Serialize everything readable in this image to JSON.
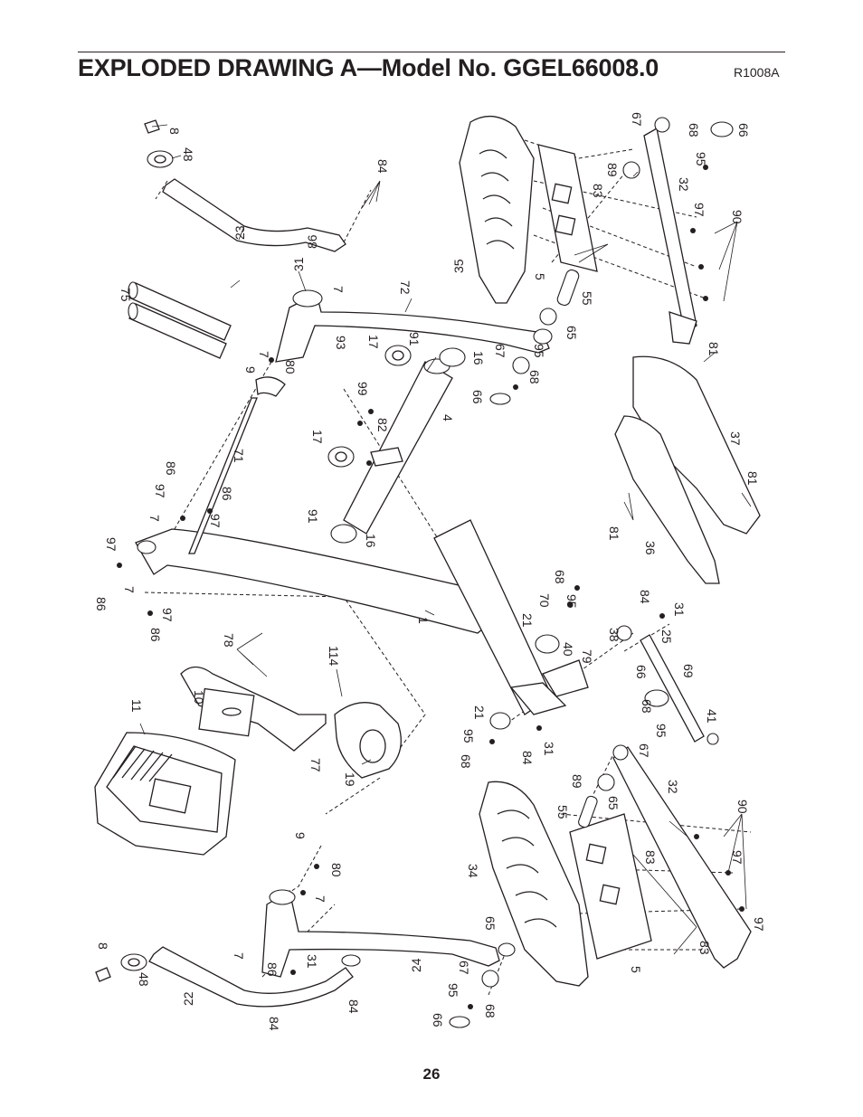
{
  "header": {
    "title": "EXPLODED DRAWING A—Model No. GGEL66008.0",
    "reference_code": "R1008A"
  },
  "footer": {
    "page_number": "26"
  },
  "callouts": [
    "8",
    "48",
    "84",
    "23",
    "86",
    "31",
    "7",
    "75",
    "72",
    "7",
    "80",
    "9",
    "93",
    "17",
    "91",
    "99",
    "82",
    "16",
    "67",
    "68",
    "95",
    "66",
    "4",
    "35",
    "5",
    "55",
    "65",
    "83",
    "89",
    "32",
    "97",
    "90",
    "68",
    "95",
    "66",
    "67",
    "37",
    "81",
    "36",
    "81",
    "81",
    "71",
    "97",
    "86",
    "7",
    "97",
    "86",
    "97",
    "86",
    "7",
    "97",
    "86",
    "17",
    "91",
    "16",
    "1",
    "70",
    "68",
    "95",
    "21",
    "40",
    "79",
    "38",
    "84",
    "31",
    "25",
    "69",
    "66",
    "41",
    "68",
    "95",
    "67",
    "11",
    "10",
    "78",
    "114",
    "77",
    "19",
    "21",
    "95",
    "68",
    "84",
    "31",
    "9",
    "80",
    "7",
    "34",
    "55",
    "89",
    "65",
    "32",
    "83",
    "83",
    "90",
    "97",
    "97",
    "5",
    "8",
    "48",
    "22",
    "7",
    "86",
    "31",
    "24",
    "65",
    "67",
    "95",
    "68",
    "66",
    "84",
    "84"
  ]
}
